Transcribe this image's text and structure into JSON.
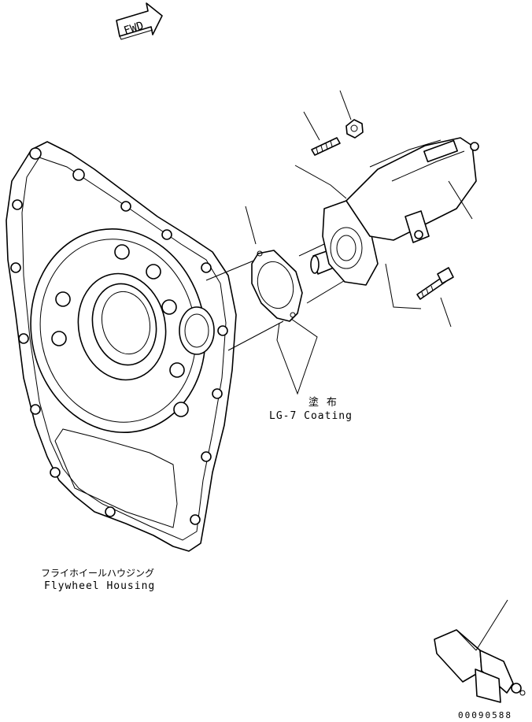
{
  "direction_arrow": {
    "label": "FWD"
  },
  "labels": {
    "coating_jp": "塗 布",
    "coating_en": "LG-7 Coating",
    "housing_jp": "フライホイールハウジング",
    "housing_en": "Flywheel Housing"
  },
  "figure_number": "00090588"
}
